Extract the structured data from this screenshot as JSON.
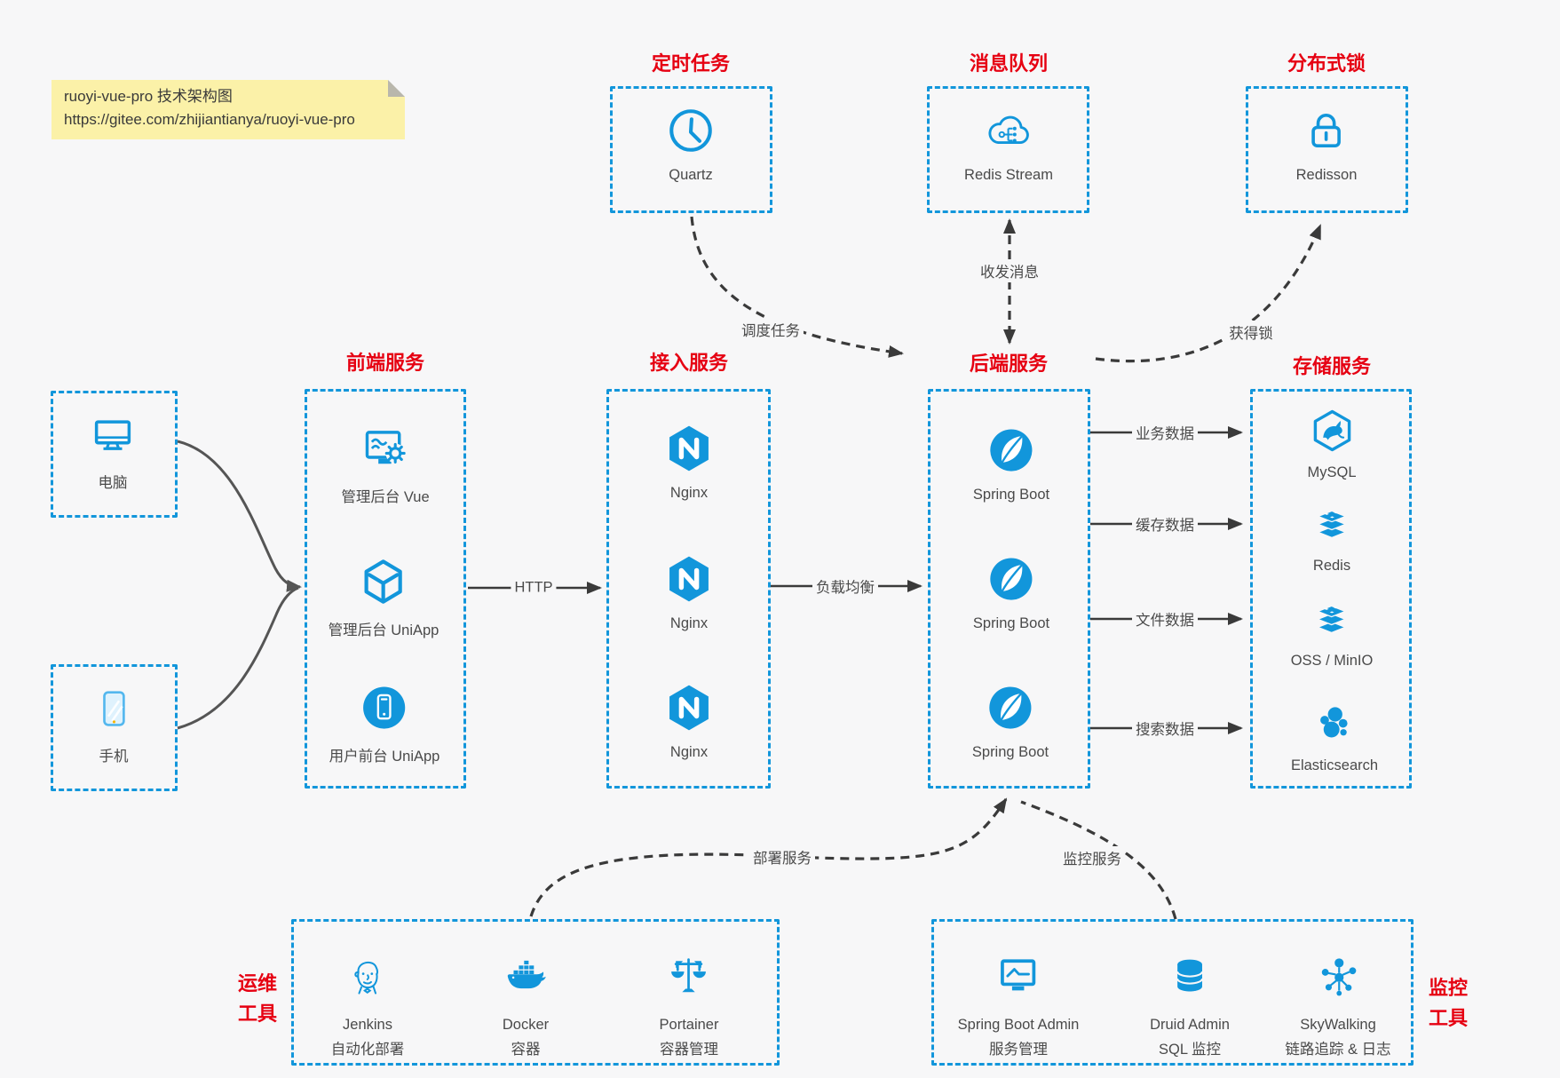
{
  "note": {
    "line1": "ruoyi-vue-pro 技术架构图",
    "line2": "https://gitee.com/zhijiantianya/ruoyi-vue-pro"
  },
  "colors": {
    "accent_blue": "#1296db",
    "title_red": "#e60012",
    "canvas": "#f7f7f8",
    "line_dark": "#3a3a3a",
    "text_gray": "#4a4a4a",
    "note_yellow": "#fbf1a8"
  },
  "groups": {
    "scheduler": {
      "title": "定时任务",
      "items": [
        {
          "icon": "clock-icon",
          "label": "Quartz"
        }
      ]
    },
    "mq": {
      "title": "消息队列",
      "items": [
        {
          "icon": "cloud-stream-icon",
          "label": "Redis Stream"
        }
      ]
    },
    "dlock": {
      "title": "分布式锁",
      "items": [
        {
          "icon": "lock-icon",
          "label": "Redisson"
        }
      ]
    },
    "clients": {
      "items": [
        {
          "icon": "desktop-icon",
          "label": "电脑"
        },
        {
          "icon": "smartphone-icon",
          "label": "手机"
        }
      ]
    },
    "frontend": {
      "title": "前端服务",
      "items": [
        {
          "icon": "admin-vue-icon",
          "label": "管理后台 Vue"
        },
        {
          "icon": "cube-icon",
          "label": "管理后台 UniApp"
        },
        {
          "icon": "mobile-app-icon",
          "label": "用户前台 UniApp"
        }
      ]
    },
    "gateway": {
      "title": "接入服务",
      "items": [
        {
          "icon": "nginx-icon",
          "label": "Nginx"
        },
        {
          "icon": "nginx-icon",
          "label": "Nginx"
        },
        {
          "icon": "nginx-icon",
          "label": "Nginx"
        }
      ]
    },
    "backend": {
      "title": "后端服务",
      "items": [
        {
          "icon": "spring-icon",
          "label": "Spring Boot"
        },
        {
          "icon": "spring-icon",
          "label": "Spring Boot"
        },
        {
          "icon": "spring-icon",
          "label": "Spring Boot"
        }
      ]
    },
    "storage": {
      "title": "存储服务",
      "items": [
        {
          "icon": "mysql-icon",
          "label": "MySQL"
        },
        {
          "icon": "redis-icon",
          "label": "Redis"
        },
        {
          "icon": "oss-icon",
          "label": "OSS / MinIO"
        },
        {
          "icon": "elasticsearch-icon",
          "label": "Elasticsearch"
        }
      ]
    },
    "devops": {
      "title_line1": "运维",
      "title_line2": "工具",
      "items": [
        {
          "icon": "jenkins-icon",
          "label": "Jenkins",
          "sublabel": "自动化部署"
        },
        {
          "icon": "docker-icon",
          "label": "Docker",
          "sublabel": "容器"
        },
        {
          "icon": "portainer-icon",
          "label": "Portainer",
          "sublabel": "容器管理"
        }
      ]
    },
    "monitoring": {
      "title_line1": "监控",
      "title_line2": "工具",
      "items": [
        {
          "icon": "spring-boot-admin-icon",
          "label": "Spring Boot Admin",
          "sublabel": "服务管理"
        },
        {
          "icon": "druid-icon",
          "label": "Druid Admin",
          "sublabel": "SQL 监控"
        },
        {
          "icon": "skywalking-icon",
          "label": "SkyWalking",
          "sublabel": "链路追踪 & 日志"
        }
      ]
    }
  },
  "connectors": {
    "schedule": {
      "label": "调度任务"
    },
    "messages": {
      "label": "收发消息"
    },
    "acquire_lock": {
      "label": "获得锁"
    },
    "http": {
      "label": "HTTP"
    },
    "load_balance": {
      "label": "负载均衡"
    },
    "business_data": {
      "label": "业务数据"
    },
    "cache_data": {
      "label": "缓存数据"
    },
    "file_data": {
      "label": "文件数据"
    },
    "search_data": {
      "label": "搜索数据"
    },
    "deploy": {
      "label": "部署服务"
    },
    "monitor": {
      "label": "监控服务"
    }
  }
}
